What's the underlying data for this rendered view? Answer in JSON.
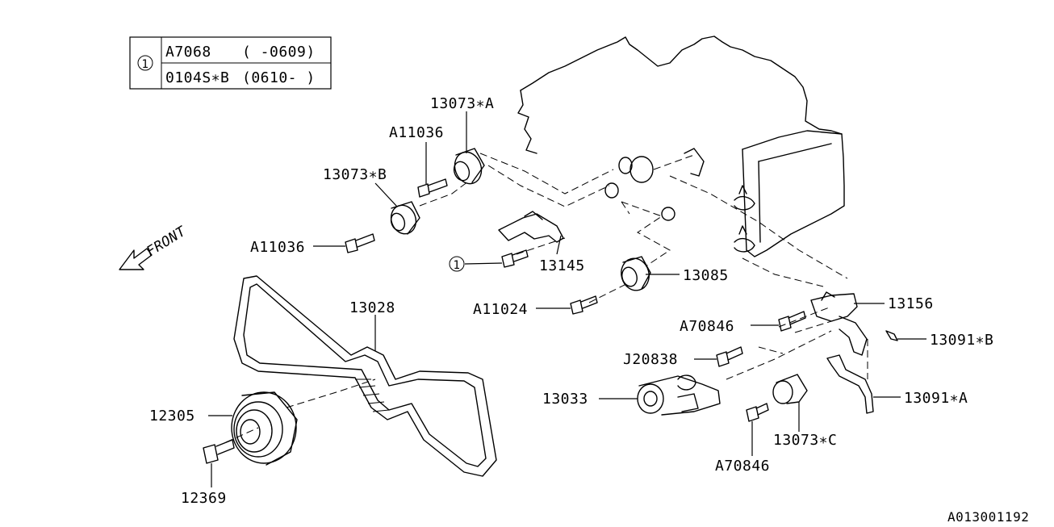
{
  "legend": {
    "marker": "1",
    "rows": [
      {
        "part": "A7068",
        "range": "( -0609)"
      },
      {
        "part": "0104S∗B",
        "range": "(0610- )"
      }
    ]
  },
  "front_label": "FRONT",
  "callouts": {
    "c13073a": "13073∗A",
    "c11036top": "A11036",
    "c13073b": "13073∗B",
    "c11036mid": "A11036",
    "c1marker": "1",
    "c13145": "13145",
    "c13085": "13085",
    "c11024": "A11024",
    "c13028": "13028",
    "c13156": "13156",
    "c70846a": "A70846",
    "c13091b": "13091∗B",
    "c20838": "J20838",
    "c13033": "13033",
    "c13091a": "13091∗A",
    "c12305": "12305",
    "c13073c": "13073∗C",
    "c70846b": "A70846",
    "c12369": "12369"
  },
  "figure_id": "A013001192"
}
